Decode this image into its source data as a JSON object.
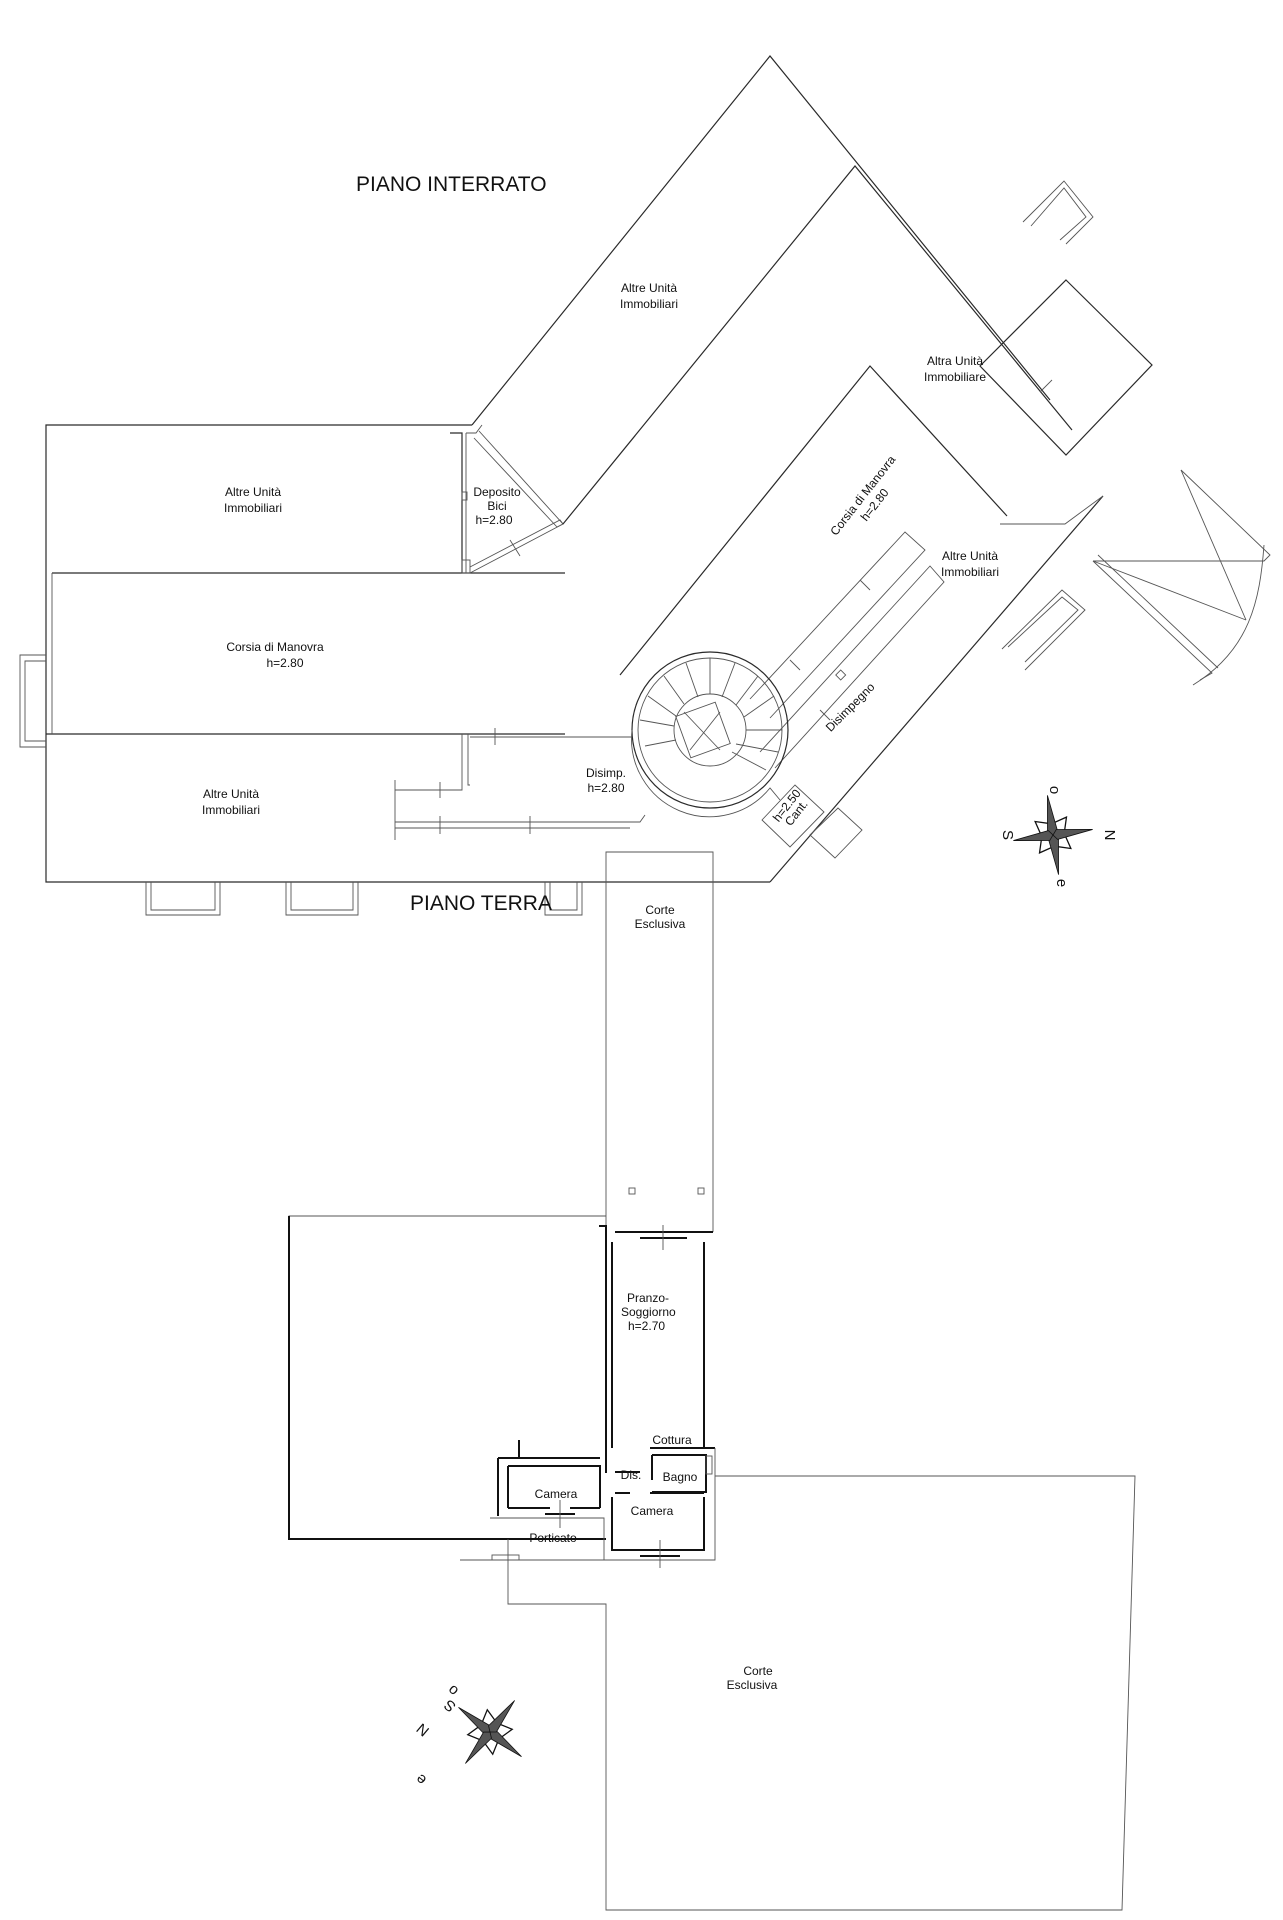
{
  "basement": {
    "title": "PIANO INTERRATO",
    "rooms": {
      "upper_left_units": [
        "Altre Unità",
        "Immobiliari"
      ],
      "diagonal_top_units": [
        "Altre Unità",
        "Immobiliari"
      ],
      "altra_unita": [
        "Altra Unità",
        "Immobiliare"
      ],
      "deposito": [
        "Deposito",
        "Bici",
        "h=2.80"
      ],
      "corsia_diagonal": [
        "Corsia di Manovra",
        "h=2.80"
      ],
      "corsia_horizontal": [
        "Corsia di Manovra",
        "h=2.80"
      ],
      "diagonal_right_units": [
        "Altre Unità",
        "Immobiliari"
      ],
      "lower_left_units": [
        "Altre Unità",
        "Immobiliari"
      ],
      "disimp": [
        "Disimp.",
        "h=2.80"
      ],
      "disimpegno": [
        "Disimpegno"
      ],
      "cantina": [
        "h=2.50",
        "Cant."
      ]
    },
    "compass": {
      "n": "N",
      "s": "S",
      "o": "o",
      "e": "e"
    }
  },
  "ground": {
    "title": "PIANO TERRA",
    "rooms": {
      "corte_top": [
        "Corte",
        "Esclusiva"
      ],
      "pranzo": [
        "Pranzo-",
        "Soggiorno",
        "h=2.70"
      ],
      "cottura": [
        "Cottura"
      ],
      "dis": [
        "Dis."
      ],
      "bagno": [
        "Bagno"
      ],
      "camera_left": [
        "Camera"
      ],
      "camera_right": [
        "Camera"
      ],
      "porticato": [
        "Porticato"
      ],
      "corte_bottom": [
        "Corte",
        "Esclusiva"
      ]
    },
    "compass": {
      "n": "N",
      "s": "S",
      "o": "o",
      "e": "e"
    }
  }
}
